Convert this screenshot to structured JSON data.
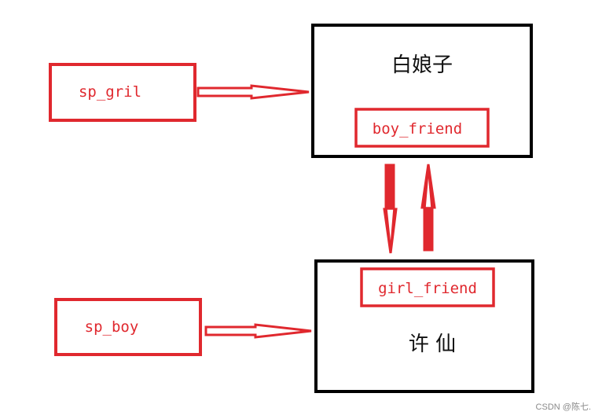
{
  "diagram": {
    "nodes": {
      "bainiangzi": {
        "title": "白娘子",
        "field": "boy_friend"
      },
      "xuxian": {
        "title": "许 仙",
        "field": "girl_friend"
      },
      "sp_gril": {
        "label": "sp_gril"
      },
      "sp_boy": {
        "label": "sp_boy"
      }
    },
    "edges": [
      {
        "from": "sp_gril",
        "to": "bainiangzi"
      },
      {
        "from": "sp_boy",
        "to": "xuxian"
      },
      {
        "from": "bainiangzi.boy_friend",
        "to": "xuxian"
      },
      {
        "from": "xuxian.girl_friend",
        "to": "bainiangzi"
      }
    ],
    "colors": {
      "pointer_box": "#e0282e",
      "pointer_text": "#e0282e",
      "object_box": "#000000",
      "object_text": "#111111",
      "arrow": "#e0282e"
    }
  },
  "watermark": "CSDN @陈七."
}
